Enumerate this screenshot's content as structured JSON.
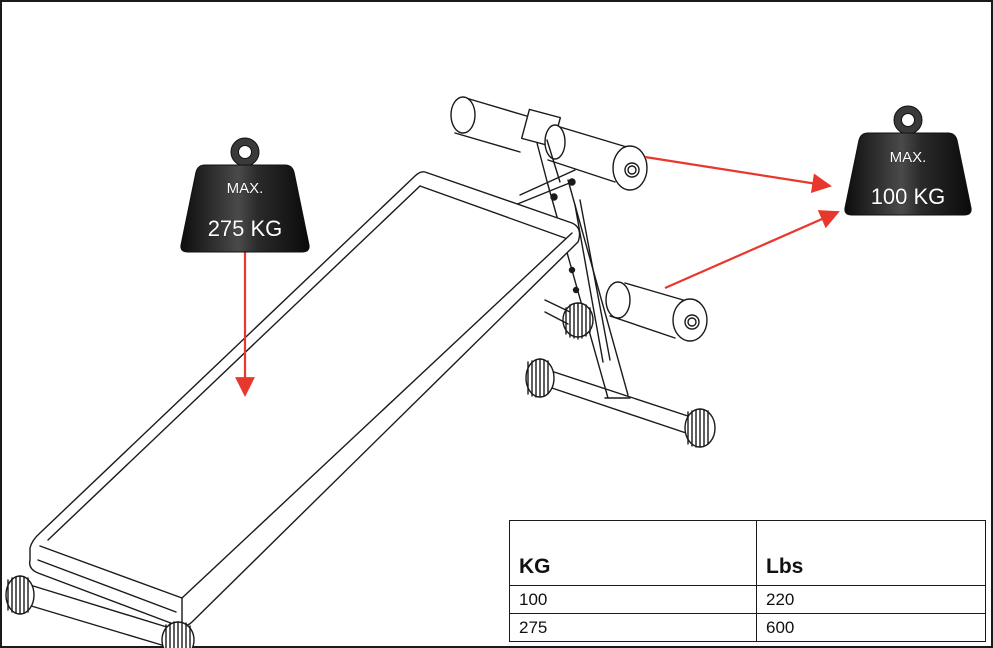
{
  "weights": {
    "bench": {
      "label": "MAX.",
      "value": "275 KG"
    },
    "leg_holder": {
      "label": "MAX.",
      "value": "100 KG"
    }
  },
  "conversion_table": {
    "headers": [
      "KG",
      "Lbs"
    ],
    "rows": [
      [
        "100",
        "220"
      ],
      [
        "275",
        "600"
      ]
    ]
  },
  "colors": {
    "arrow": "#e8382e",
    "weight_body": "#1e1e1e",
    "line_art": "#1a1a1a"
  }
}
